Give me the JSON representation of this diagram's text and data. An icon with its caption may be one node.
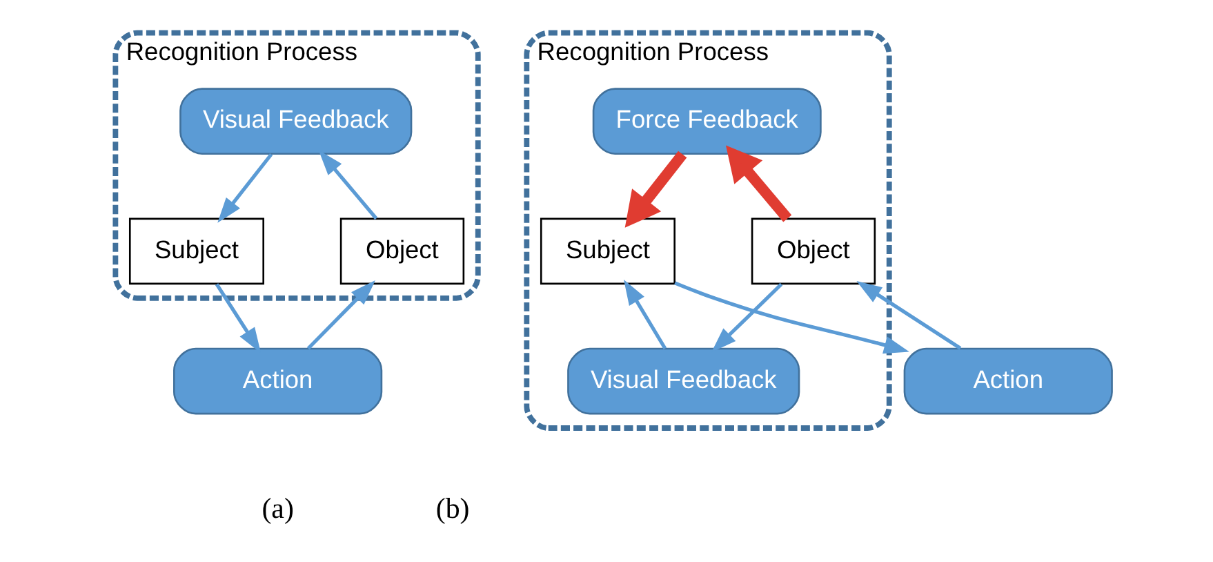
{
  "diagram": {
    "nodes": [
      {
        "text": [
          "Recognition Process"
        ]
      },
      {
        "text": [
          "Visual Feedback"
        ],
        "in": 0
      },
      {
        "text": [
          "Subject"
        ],
        "in": 0
      },
      {
        "text": [
          "Object"
        ],
        "in": 0
      },
      {
        "text": [
          "Action"
        ]
      },
      {
        "text": [
          "Recognition Process"
        ]
      },
      {
        "text": [
          "Force Feedback"
        ],
        "in": 5
      },
      {
        "text": [
          "Visual Feedback"
        ],
        "in": 5
      },
      {
        "text": [
          "Subject"
        ],
        "in": 5
      },
      {
        "text": [
          "Object"
        ],
        "in": 5
      },
      {
        "text": [
          "Action"
        ]
      }
    ],
    "edges": [
      {
        "from": 1,
        "to": 2,
        "arrow": "to"
      },
      {
        "from": 2,
        "to": 4,
        "arrow": "to"
      },
      {
        "from": 4,
        "to": 3,
        "arrow": "to"
      },
      {
        "from": 3,
        "to": 1,
        "arrow": "to"
      },
      {
        "from": 6,
        "to": 8,
        "arrow": "to",
        "style": "thick",
        "color": "#e03c31"
      },
      {
        "from": 9,
        "to": 6,
        "arrow": "to",
        "style": "thick",
        "color": "#e03c31"
      },
      {
        "from": 7,
        "to": 8,
        "arrow": "to"
      },
      {
        "from": 8,
        "to": 10,
        "arrow": "to"
      },
      {
        "from": 10,
        "to": 9,
        "arrow": "to"
      },
      {
        "from": 9,
        "to": 7,
        "arrow": "to"
      }
    ],
    "labels": [
      "(a)",
      "(b)"
    ]
  }
}
